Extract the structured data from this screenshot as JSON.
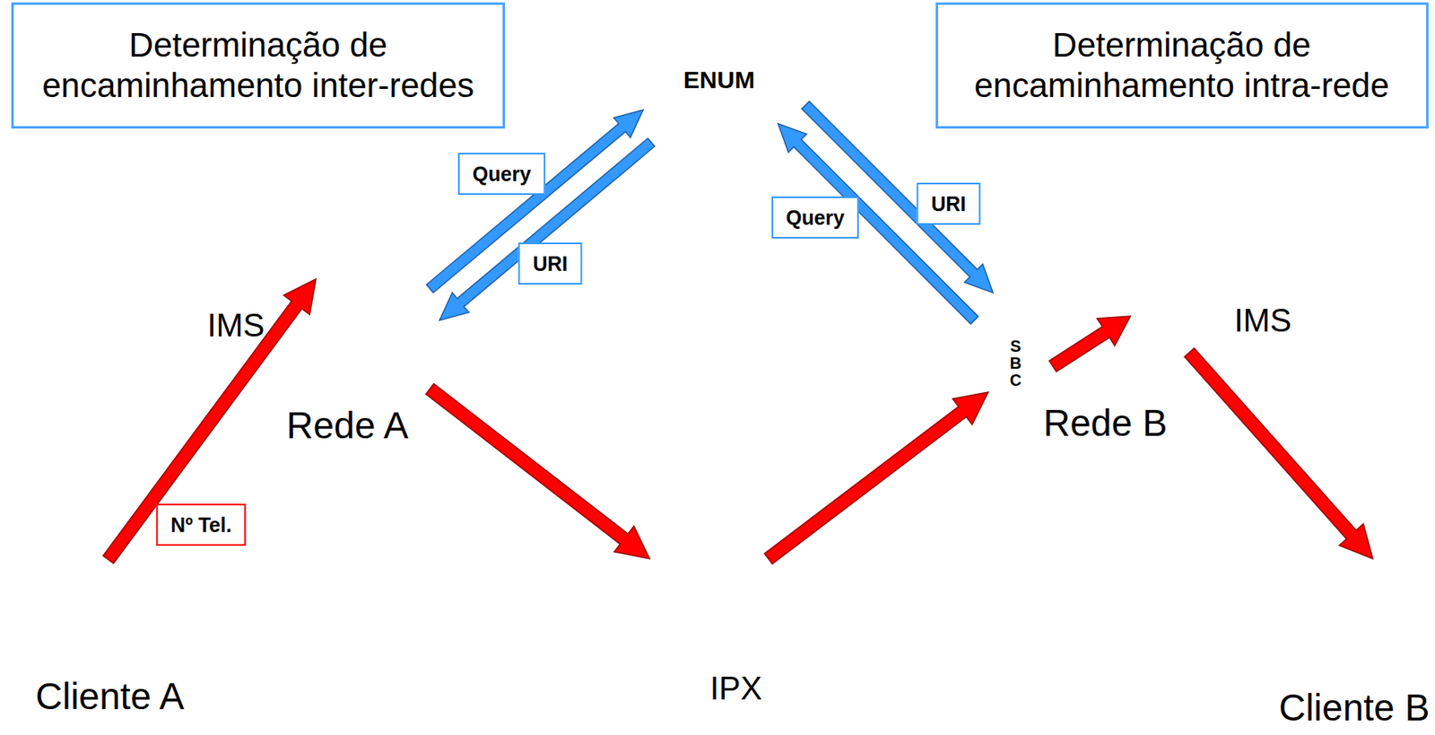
{
  "diagram": {
    "nodes": [
      {
        "text": [
          "Determinação de encaminhamento inter-redes"
        ]
      },
      {
        "text": [
          "ENUM"
        ]
      },
      {
        "text": [
          "Determinação de encaminhamento intra-rede"
        ]
      },
      {
        "text": [
          "IMS",
          "Rede A"
        ]
      },
      {
        "text": [
          "IPX"
        ]
      },
      {
        "text": [
          "IMS",
          "Rede B"
        ]
      },
      {
        "text": [
          "S B C"
        ],
        "in": 5
      },
      {
        "text": [
          "Cliente A"
        ]
      },
      {
        "text": [
          "Cliente B"
        ]
      }
    ],
    "edges": [
      {
        "from": 7,
        "to": 3,
        "arrow": "to",
        "label": "Nº Tel."
      },
      {
        "from": 3,
        "to": 4,
        "arrow": "to"
      },
      {
        "from": 4,
        "to": 6,
        "arrow": "to"
      },
      {
        "from": 5,
        "to": 8,
        "arrow": "to"
      },
      {
        "from": 3,
        "to": 1,
        "arrow": "to",
        "label": "Query"
      },
      {
        "from": 1,
        "to": 3,
        "arrow": "to",
        "label": "URI"
      },
      {
        "from": 6,
        "to": 1,
        "arrow": "to",
        "label": "Query"
      },
      {
        "from": 1,
        "to": 6,
        "arrow": "to",
        "label": "URI"
      }
    ]
  }
}
